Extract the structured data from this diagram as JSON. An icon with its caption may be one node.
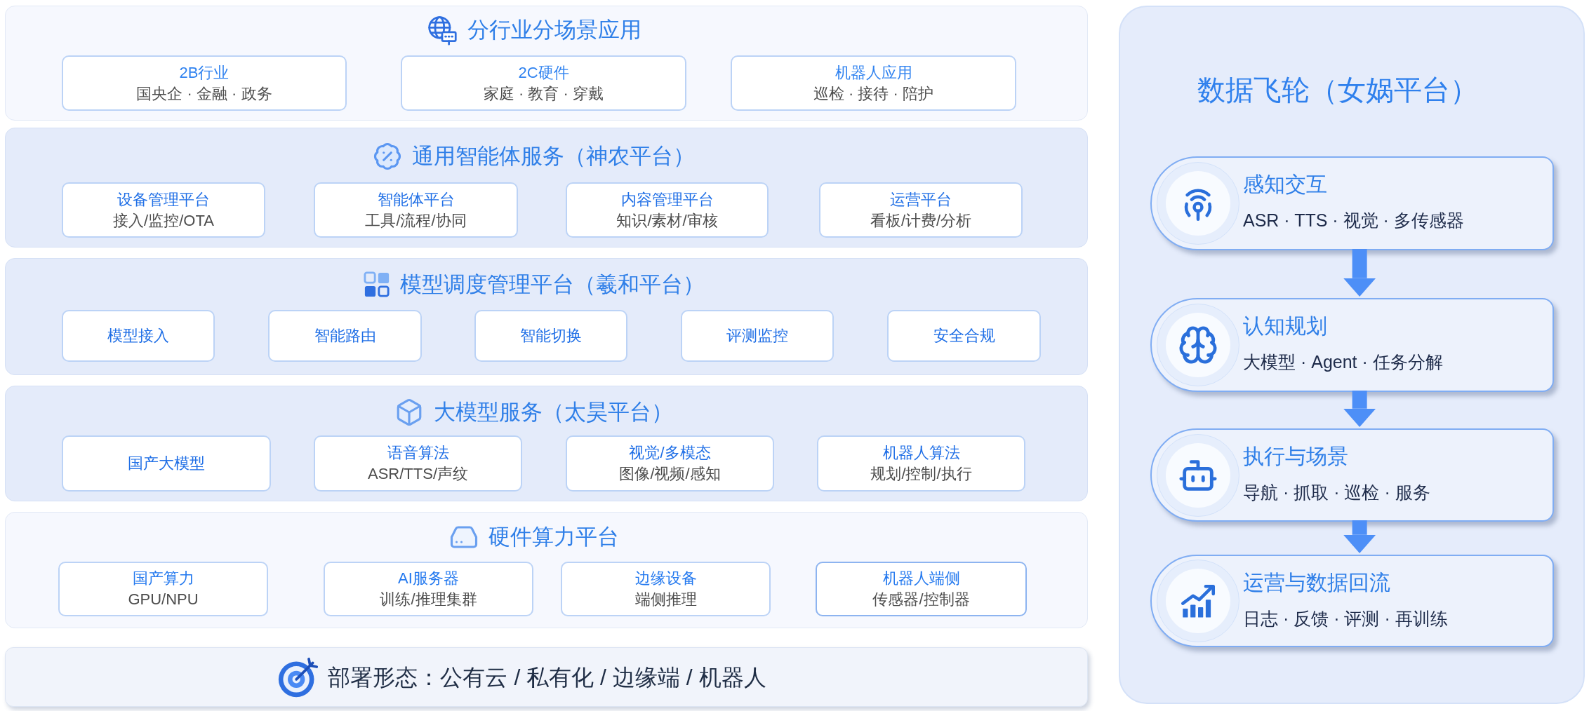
{
  "diagram": {
    "nodes": [
      {
        "text": [
          "分行业分场景应用"
        ]
      },
      {
        "text": [
          "2B行业",
          "国央企 · 金融 · 政务"
        ],
        "in": 0
      },
      {
        "text": [
          "2C硬件",
          "家庭 · 教育 · 穿戴"
        ],
        "in": 0
      },
      {
        "text": [
          "机器人应用",
          "巡检 · 接待 · 陪护"
        ],
        "in": 0
      },
      {
        "text": [
          "通用智能体服务（神农平台）"
        ]
      },
      {
        "text": [
          "设备管理平台",
          "接入/监控/OTA"
        ],
        "in": 4
      },
      {
        "text": [
          "智能体平台",
          "工具/流程/协同"
        ],
        "in": 4
      },
      {
        "text": [
          "内容管理平台",
          "知识/素材/审核"
        ],
        "in": 4
      },
      {
        "text": [
          "运营平台",
          "看板/计费/分析"
        ],
        "in": 4
      },
      {
        "text": [
          "模型调度管理平台（羲和平台）"
        ]
      },
      {
        "text": [
          "模型接入"
        ],
        "in": 9
      },
      {
        "text": [
          "智能路由"
        ],
        "in": 9
      },
      {
        "text": [
          "智能切换"
        ],
        "in": 9
      },
      {
        "text": [
          "评测监控"
        ],
        "in": 9
      },
      {
        "text": [
          "安全合规"
        ],
        "in": 9
      },
      {
        "text": [
          "大模型服务（太昊平台）"
        ]
      },
      {
        "text": [
          "国产大模型"
        ],
        "in": 15
      },
      {
        "text": [
          "语音算法",
          "ASR/TTS/声纹"
        ],
        "in": 15
      },
      {
        "text": [
          "视觉/多模态",
          "图像/视频/感知"
        ],
        "in": 15
      },
      {
        "text": [
          "机器人算法",
          "规划/控制/执行"
        ],
        "in": 15
      },
      {
        "text": [
          "硬件算力平台"
        ]
      },
      {
        "text": [
          "国产算力",
          "GPU/NPU"
        ],
        "in": 20
      },
      {
        "text": [
          "AI服务器",
          "训练/推理集群"
        ],
        "in": 20
      },
      {
        "text": [
          "边缘设备",
          "端侧推理"
        ],
        "in": 20
      },
      {
        "text": [
          "机器人端侧",
          "传感器/控制器"
        ],
        "in": 20
      },
      {
        "text": [
          "部署形态：公有云 / 私有化 / 边缘端 / 机器人"
        ]
      },
      {
        "text": [
          "数据飞轮（女娲平台）"
        ]
      },
      {
        "text": [
          "感知交互",
          "ASR · TTS · 视觉 · 多传感器"
        ],
        "in": 26
      },
      {
        "text": [
          "认知规划",
          "大模型 · Agent · 任务分解"
        ],
        "in": 26
      },
      {
        "text": [
          "执行与场景",
          "导航 · 抓取 · 巡检 · 服务"
        ],
        "in": 26
      },
      {
        "text": [
          "运营与数据回流",
          "日志 · 反馈 · 评测 · 再训练"
        ],
        "in": 26
      }
    ],
    "edges": [
      {
        "from": 27,
        "to": 28,
        "arrow": "to"
      },
      {
        "from": 28,
        "to": 29,
        "arrow": "to"
      },
      {
        "from": 29,
        "to": 30,
        "arrow": "to"
      }
    ]
  }
}
